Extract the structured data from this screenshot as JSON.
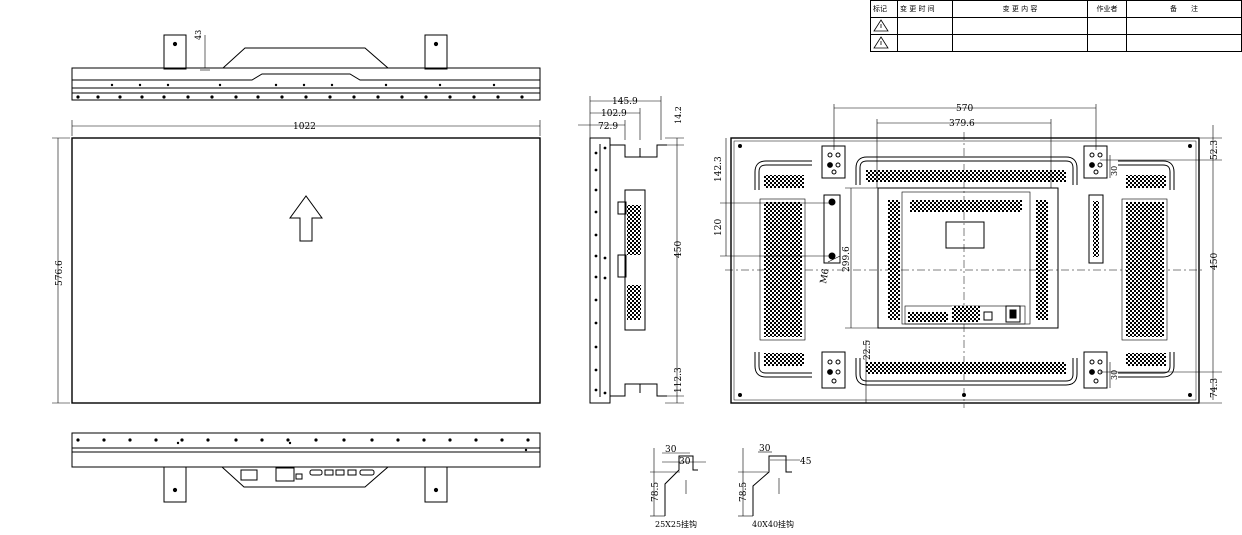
{
  "title_block": {
    "headers": [
      "标记",
      "变 更 时 间",
      "变 更 内 容",
      "作业者",
      "备　　注"
    ]
  },
  "front_view": {
    "width_label": "1022",
    "height_label": "576.6",
    "top_offset_label": "43"
  },
  "side_view": {
    "depth_1": "145.9",
    "depth_2": "102.9",
    "depth_3": "72.9",
    "top_label": "14.2",
    "mount_label": "450",
    "bottom_label": "112.3"
  },
  "rear_view": {
    "width_570": "570",
    "width_379": "379.6",
    "top_142": "142.3",
    "vesa_120": "120",
    "height_299": "299.6",
    "bolt_label": "M6",
    "bottom_225": "22.5",
    "top_right_52": "52.3",
    "side_450": "450",
    "bottom_right_74": "74.3",
    "bracket_30_top": "30",
    "bracket_30_bottom": "30"
  },
  "hook_1": {
    "dim_a": "30",
    "dim_b": "30",
    "height": "78.5",
    "caption": "25X25挂钩"
  },
  "hook_2": {
    "dim_a": "30",
    "dim_b": "45",
    "height": "78.5",
    "caption": "40X40挂钩"
  }
}
